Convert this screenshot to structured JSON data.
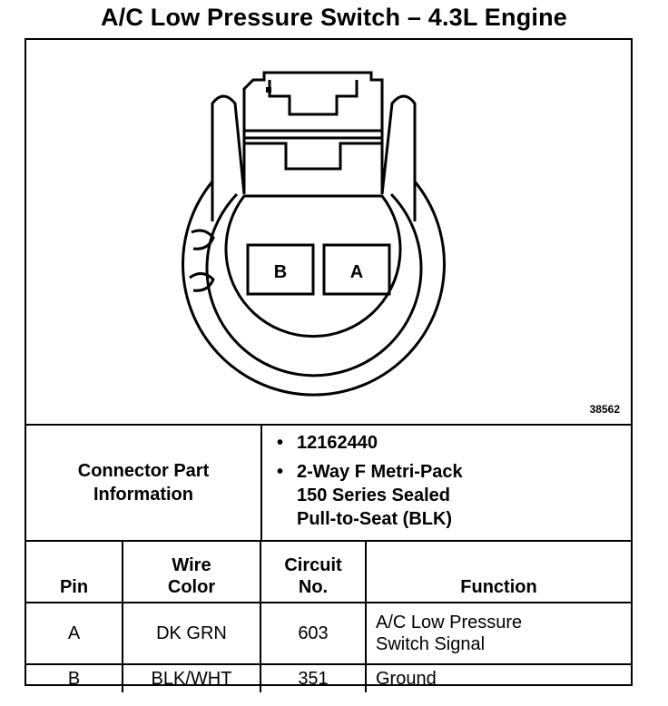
{
  "title": "A/C Low Pressure Switch – 4.3L Engine",
  "figure": {
    "number": "38562",
    "cavity_labels": [
      "B",
      "A"
    ]
  },
  "connector": {
    "label_lines": [
      "Connector Part",
      "Information"
    ],
    "items": [
      {
        "lines": [
          "12162440"
        ]
      },
      {
        "lines": [
          "2-Way F Metri-Pack",
          "150 Series Sealed",
          "Pull-to-Seat (BLK)"
        ]
      }
    ]
  },
  "pin_table": {
    "headers": [
      {
        "lines": [
          "Pin"
        ]
      },
      {
        "lines": [
          "Wire",
          "Color"
        ]
      },
      {
        "lines": [
          "Circuit",
          "No."
        ]
      },
      {
        "lines": [
          "Function"
        ]
      }
    ],
    "rows": [
      {
        "pin": "A",
        "wire_color": "DK GRN",
        "circuit": "603",
        "function_lines": [
          "A/C Low Pressure",
          "Switch Signal"
        ]
      },
      {
        "pin": "B",
        "wire_color": "BLK/WHT",
        "circuit": "351",
        "function_lines": [
          "Ground"
        ]
      }
    ]
  }
}
